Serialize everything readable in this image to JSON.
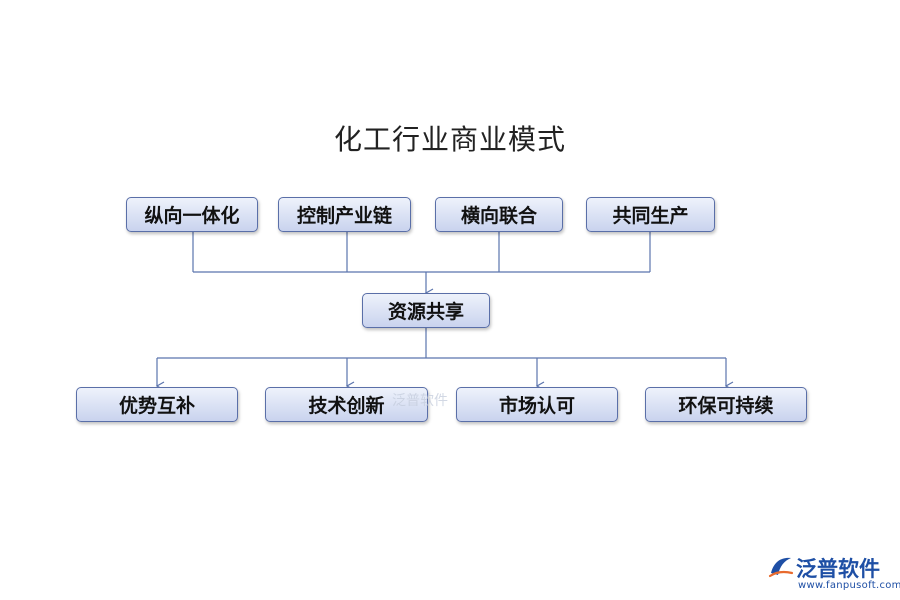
{
  "diagram": {
    "title": "化工行业商业模式",
    "top_nodes": [
      "纵向一体化",
      "控制产业链",
      "横向联合",
      "共同生产"
    ],
    "center_node": "资源共享",
    "bottom_nodes": [
      "优势互补",
      "技术创新",
      "市场认可",
      "环保可持续"
    ]
  },
  "watermark": {
    "text": "泛普软件"
  },
  "logo": {
    "text": "泛普软件",
    "url": "www.fanpusoft.com"
  },
  "colors": {
    "node_border": "#5a6fa8",
    "node_fill_top": "#eef2fb",
    "node_fill_bottom": "#c9d3ee",
    "connector": "#5b74ad",
    "logo": "#1e4fa5",
    "logo_accent": "#e86a2d"
  }
}
